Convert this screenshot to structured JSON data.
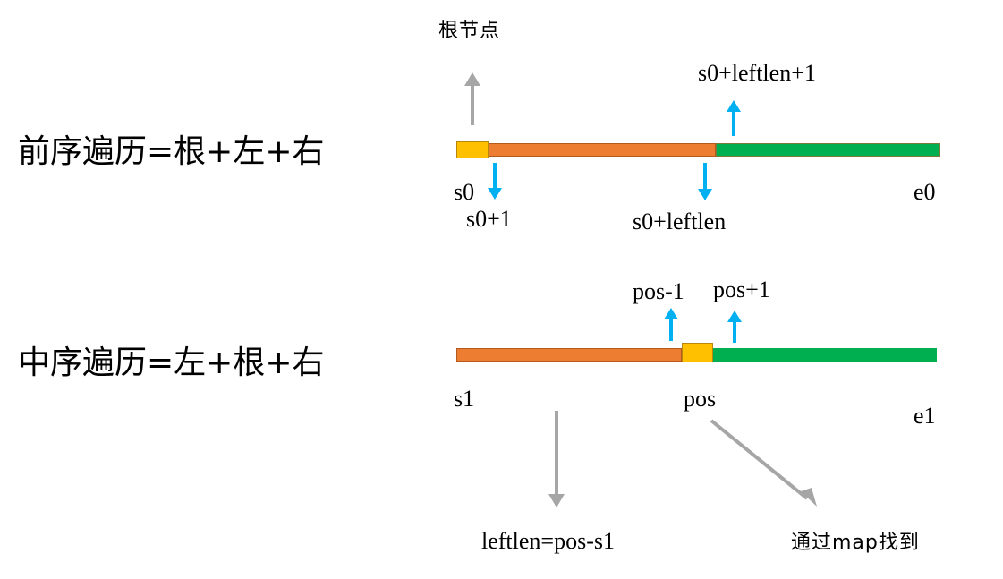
{
  "preorder": {
    "title": "前序遍历=根+左+右",
    "root_note": "根节点",
    "start": "s0",
    "end": "e0",
    "left_start": "s0+1",
    "left_end": "s0+leftlen",
    "right_start": "s0+leftlen+1"
  },
  "inorder": {
    "title": "中序遍历=左+根+右",
    "start": "s1",
    "end": "e1",
    "root": "pos",
    "left_end": "pos-1",
    "right_start": "pos+1",
    "leftlen_formula": "leftlen=pos-s1",
    "map_note": "通过map找到"
  },
  "colors": {
    "root": "#FFC000",
    "left": "#ED7D31",
    "right": "#00B050",
    "blue_arrow": "#00B0F0",
    "gray_arrow": "#A6A6A6"
  }
}
